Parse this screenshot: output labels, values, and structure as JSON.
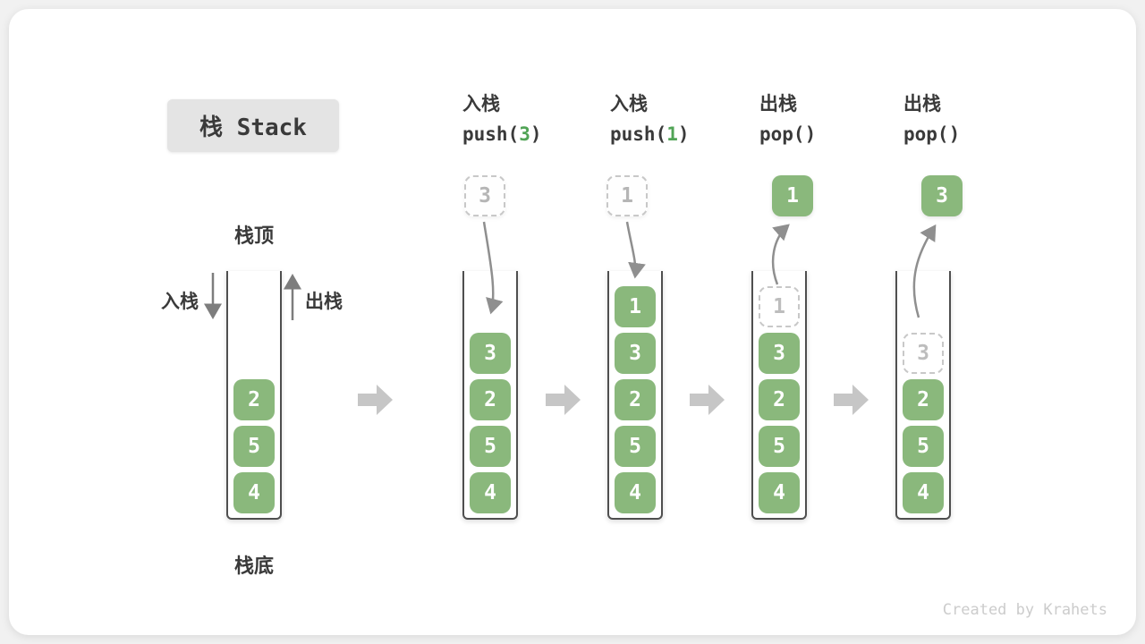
{
  "title": "栈 Stack",
  "side_labels": {
    "stack_top": "栈顶",
    "stack_bottom": "栈底",
    "push_cn": "入栈",
    "pop_cn": "出栈"
  },
  "watermark": "Created by Krahets",
  "colors": {
    "cell_green": "#8ab87c",
    "code_number_green": "#51a456",
    "curve_arrow_gray": "#8f8f8f",
    "block_arrow_gray": "#c6c6c6",
    "container_border": "#4f4f4f",
    "title_badge_bg": "#e4e4e4",
    "text_dark": "#3a3a3a",
    "ghost_border": "#c8c8c8",
    "ghost_text": "#b5b5b5",
    "watermark_gray": "#cccccc"
  },
  "stages": [
    {
      "name": "initial",
      "cells": [
        "2",
        "5",
        "4"
      ]
    },
    {
      "name": "push-3",
      "op_cn": "入栈",
      "code_pre": "push(",
      "code_num": "3",
      "code_post": ")",
      "floating": "3",
      "floating_style": "dashed",
      "cells": [
        "3",
        "2",
        "5",
        "4"
      ]
    },
    {
      "name": "push-1",
      "op_cn": "入栈",
      "code_pre": "push(",
      "code_num": "1",
      "code_post": ")",
      "floating": "1",
      "floating_style": "dashed",
      "cells": [
        "1",
        "3",
        "2",
        "5",
        "4"
      ]
    },
    {
      "name": "pop-1",
      "op_cn": "出栈",
      "code_pre": "pop()",
      "code_num": "",
      "code_post": "",
      "floating": "1",
      "floating_style": "solid",
      "ghost": "1",
      "cells": [
        "3",
        "2",
        "5",
        "4"
      ]
    },
    {
      "name": "pop-3",
      "op_cn": "出栈",
      "code_pre": "pop()",
      "code_num": "",
      "code_post": "",
      "floating": "3",
      "floating_style": "solid",
      "ghost": "3",
      "cells": [
        "2",
        "5",
        "4"
      ]
    }
  ]
}
